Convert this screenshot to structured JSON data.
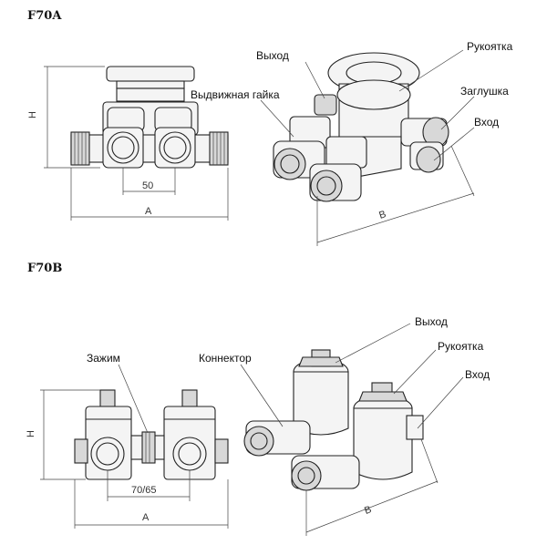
{
  "sections": [
    {
      "title": "F70A",
      "labels": {
        "nut": "Выдвижная гайка",
        "outlet": "Выход",
        "handle": "Рукоятка",
        "plug": "Заглушка",
        "inlet": "Вход"
      },
      "dims": {
        "spacing": "50",
        "width": "A",
        "height": "H",
        "length": "B"
      }
    },
    {
      "title": "F70B",
      "labels": {
        "clamp": "Зажим",
        "connector": "Коннектор",
        "outlet": "Выход",
        "handle": "Рукоятка",
        "inlet": "Вход"
      },
      "dims": {
        "spacing": "70/65",
        "width": "A",
        "height": "H",
        "length": "B"
      }
    }
  ]
}
